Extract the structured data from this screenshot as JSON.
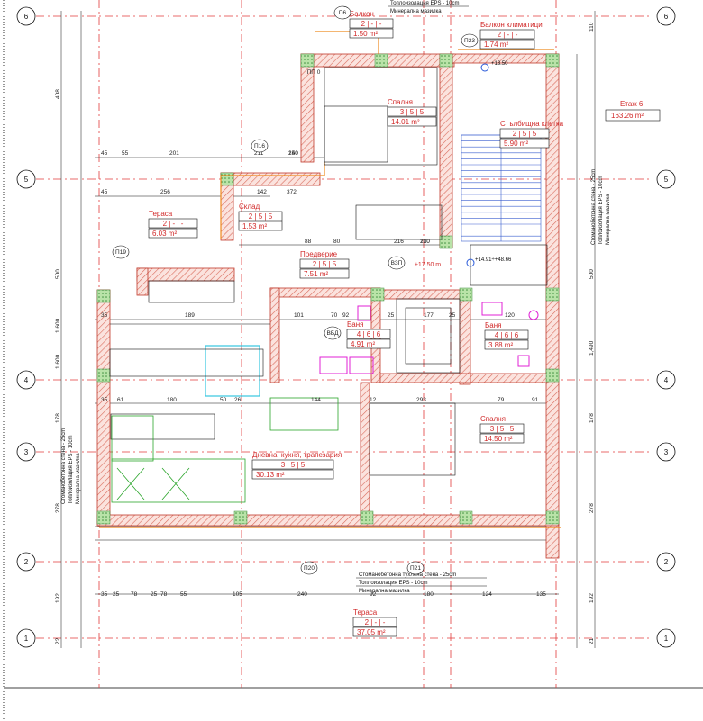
{
  "axes": {
    "left": [
      "6",
      "5",
      "4",
      "3",
      "2",
      "1"
    ],
    "right": [
      "6",
      "5",
      "4",
      "3",
      "2",
      "1"
    ]
  },
  "floor": {
    "label": "Етаж 6",
    "area": "163.26 m²"
  },
  "rooms": {
    "balcony": {
      "name": "Балкон",
      "code": "2 | - | -",
      "area": "1.50 m²"
    },
    "ac_balcony": {
      "name": "Балкон климатици",
      "code": "2 | - | -",
      "area": "1.74 m²"
    },
    "bedroom_top": {
      "name": "Спалня",
      "code": "3 | 5 | 5",
      "area": "14.01 m²"
    },
    "stair": {
      "name": "Стълбищна клетка",
      "code": "2 | 5 | 5",
      "area": "5.90 m²"
    },
    "terrace_top": {
      "name": "Тераса",
      "code": "2 | - | -",
      "area": "6.03 m²"
    },
    "storage": {
      "name": "Склад",
      "code": "2 | 5 | 5",
      "area": "1.53 m²"
    },
    "hall": {
      "name": "Предверие",
      "code": "2 | 5 | 5",
      "area": "7.51 m²"
    },
    "bath_left": {
      "name": "Баня",
      "code": "4 | 6 | 6",
      "area": "4.91 m²"
    },
    "bath_right": {
      "name": "Баня",
      "code": "4 | 6 | 6",
      "area": "3.88 m²"
    },
    "bedroom_right": {
      "name": "Спалня",
      "code": "3 | 5 | 5",
      "area": "14.50 m²"
    },
    "living": {
      "name": "Дневна, кухня, трапезария",
      "code": "3 | 5 | 5",
      "area": "30.13 m²"
    },
    "terrace_bottom": {
      "name": "Тераса",
      "code": "2 | - | -",
      "area": "37.05 m²"
    }
  },
  "notes": {
    "top": [
      "Топлоизолация EPS - 10cm",
      "Минерална мазилка"
    ],
    "bottom": [
      "Стоманобетонна тухлена стена - 25cm",
      "Топлоизолация EPS - 10cm",
      "Минерална мазилка"
    ],
    "left_vertical": [
      "Стоманобетонна стена - 25cm",
      "Топлоизолация EPS - 10cm",
      "Минерална мазилка"
    ],
    "right_vertical": [
      "Стоманобетонна стена - 25cm",
      "Топлоизолация EPS - 10cm",
      "Минерална мазилка"
    ]
  },
  "levels": {
    "elev_top": "+13.50",
    "elev_mid": "+14.91÷+48.66",
    "elev_lift": "±17.50 m"
  },
  "tags": [
    "П6",
    "П23",
    "П16",
    "П19",
    "П20",
    "П21",
    "ВЗП",
    "ВБД",
    "ПП 0"
  ],
  "dims": {
    "top": [
      "45",
      "55",
      "201",
      "211",
      "150",
      "240"
    ],
    "row2": [
      "45",
      "256",
      "372",
      "142"
    ],
    "mid": [
      "88",
      "80",
      "216",
      "100",
      "210"
    ],
    "row4": [
      "35",
      "189",
      "101",
      "70",
      "92",
      "25",
      "177",
      "25",
      "120"
    ],
    "row5": [
      "35",
      "61",
      "180",
      "50",
      "26",
      "144",
      "12",
      "293",
      "79",
      "91"
    ],
    "bottom": [
      "35",
      "25",
      "78",
      "25",
      "78",
      "55",
      "105",
      "240",
      "92",
      "180",
      "124",
      "135"
    ],
    "left_v": [
      "408",
      "500",
      "1,600",
      "1,600",
      "178",
      "278",
      "192",
      "22"
    ],
    "right_v": [
      "110",
      "500",
      "1,490",
      "178",
      "278",
      "192",
      "21"
    ]
  }
}
